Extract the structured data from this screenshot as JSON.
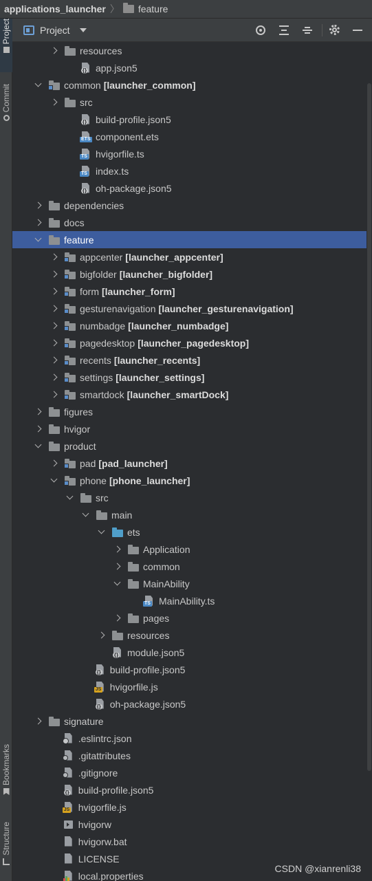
{
  "breadcrumb": {
    "root": "applications_launcher",
    "leaf": "feature"
  },
  "left_strip": {
    "project": "Project",
    "commit": "Commit",
    "bookmarks": "Bookmarks",
    "structure": "Structure"
  },
  "panel": {
    "title": "Project"
  },
  "tree": [
    {
      "depth": 2,
      "chev": "right",
      "icon": "folder",
      "label": "resources"
    },
    {
      "depth": 3,
      "chev": "none",
      "icon": "json",
      "label": "app.json5"
    },
    {
      "depth": 1,
      "chev": "down",
      "icon": "module",
      "label": "common",
      "mod": "[launcher_common]"
    },
    {
      "depth": 2,
      "chev": "right",
      "icon": "folder",
      "label": "src"
    },
    {
      "depth": 3,
      "chev": "none",
      "icon": "json",
      "label": "build-profile.json5"
    },
    {
      "depth": 3,
      "chev": "none",
      "icon": "ets",
      "label": "component.ets"
    },
    {
      "depth": 3,
      "chev": "none",
      "icon": "ts",
      "label": "hvigorfile.ts"
    },
    {
      "depth": 3,
      "chev": "none",
      "icon": "ts",
      "label": "index.ts"
    },
    {
      "depth": 3,
      "chev": "none",
      "icon": "json",
      "label": "oh-package.json5"
    },
    {
      "depth": 1,
      "chev": "right",
      "icon": "folder",
      "label": "dependencies"
    },
    {
      "depth": 1,
      "chev": "right",
      "icon": "folder",
      "label": "docs"
    },
    {
      "depth": 1,
      "chev": "down",
      "icon": "folder",
      "label": "feature",
      "selected": true
    },
    {
      "depth": 2,
      "chev": "right",
      "icon": "module",
      "label": "appcenter",
      "mod": "[launcher_appcenter]"
    },
    {
      "depth": 2,
      "chev": "right",
      "icon": "module",
      "label": "bigfolder",
      "mod": "[launcher_bigfolder]"
    },
    {
      "depth": 2,
      "chev": "right",
      "icon": "module",
      "label": "form",
      "mod": "[launcher_form]"
    },
    {
      "depth": 2,
      "chev": "right",
      "icon": "module",
      "label": "gesturenavigation",
      "mod": "[launcher_gesturenavigation]"
    },
    {
      "depth": 2,
      "chev": "right",
      "icon": "module",
      "label": "numbadge",
      "mod": "[launcher_numbadge]"
    },
    {
      "depth": 2,
      "chev": "right",
      "icon": "module",
      "label": "pagedesktop",
      "mod": "[launcher_pagedesktop]"
    },
    {
      "depth": 2,
      "chev": "right",
      "icon": "module",
      "label": "recents",
      "mod": "[launcher_recents]"
    },
    {
      "depth": 2,
      "chev": "right",
      "icon": "module",
      "label": "settings",
      "mod": "[launcher_settings]"
    },
    {
      "depth": 2,
      "chev": "right",
      "icon": "module",
      "label": "smartdock",
      "mod": "[launcher_smartDock]"
    },
    {
      "depth": 1,
      "chev": "right",
      "icon": "folder",
      "label": "figures"
    },
    {
      "depth": 1,
      "chev": "right",
      "icon": "folder",
      "label": "hvigor"
    },
    {
      "depth": 1,
      "chev": "down",
      "icon": "folder",
      "label": "product"
    },
    {
      "depth": 2,
      "chev": "right",
      "icon": "module",
      "label": "pad",
      "mod": "[pad_launcher]"
    },
    {
      "depth": 2,
      "chev": "down",
      "icon": "module",
      "label": "phone",
      "mod": "[phone_launcher]"
    },
    {
      "depth": 3,
      "chev": "down",
      "icon": "folder",
      "label": "src"
    },
    {
      "depth": 4,
      "chev": "down",
      "icon": "folder",
      "label": "main"
    },
    {
      "depth": 5,
      "chev": "down",
      "icon": "folder-blue",
      "label": "ets"
    },
    {
      "depth": 6,
      "chev": "right",
      "icon": "folder",
      "label": "Application"
    },
    {
      "depth": 6,
      "chev": "right",
      "icon": "folder",
      "label": "common"
    },
    {
      "depth": 6,
      "chev": "down",
      "icon": "folder",
      "label": "MainAbility"
    },
    {
      "depth": 7,
      "chev": "none",
      "icon": "ts",
      "label": "MainAbility.ts"
    },
    {
      "depth": 6,
      "chev": "right",
      "icon": "folder",
      "label": "pages"
    },
    {
      "depth": 5,
      "chev": "right",
      "icon": "folder",
      "label": "resources"
    },
    {
      "depth": 5,
      "chev": "none",
      "icon": "json",
      "label": "module.json5"
    },
    {
      "depth": 3.9,
      "chev": "none",
      "icon": "json",
      "label": "build-profile.json5"
    },
    {
      "depth": 3.9,
      "chev": "none",
      "icon": "js",
      "label": "hvigorfile.js"
    },
    {
      "depth": 3.9,
      "chev": "none",
      "icon": "json",
      "label": "oh-package.json5"
    },
    {
      "depth": 1,
      "chev": "right",
      "icon": "folder",
      "label": "signature"
    },
    {
      "depth": 1.9,
      "chev": "none",
      "icon": "eslint",
      "label": ".eslintrc.json"
    },
    {
      "depth": 1.9,
      "chev": "none",
      "icon": "gitfile",
      "label": ".gitattributes"
    },
    {
      "depth": 1.9,
      "chev": "none",
      "icon": "gitfile",
      "label": ".gitignore"
    },
    {
      "depth": 1.9,
      "chev": "none",
      "icon": "json",
      "label": "build-profile.json5"
    },
    {
      "depth": 1.9,
      "chev": "none",
      "icon": "js",
      "label": "hvigorfile.js"
    },
    {
      "depth": 1.9,
      "chev": "none",
      "icon": "shell",
      "label": "hvigorw"
    },
    {
      "depth": 1.9,
      "chev": "none",
      "icon": "plain",
      "label": "hvigorw.bat"
    },
    {
      "depth": 1.9,
      "chev": "none",
      "icon": "plain",
      "label": "LICENSE"
    },
    {
      "depth": 1.9,
      "chev": "none",
      "icon": "props",
      "label": "local.properties"
    }
  ],
  "colors": {
    "selection": "#3d5d9e",
    "ts_badge": "#4a88c4",
    "js_badge": "#d6a21e",
    "source_folder": "#4f9ec9"
  },
  "watermark": "CSDN @xianrenli38"
}
